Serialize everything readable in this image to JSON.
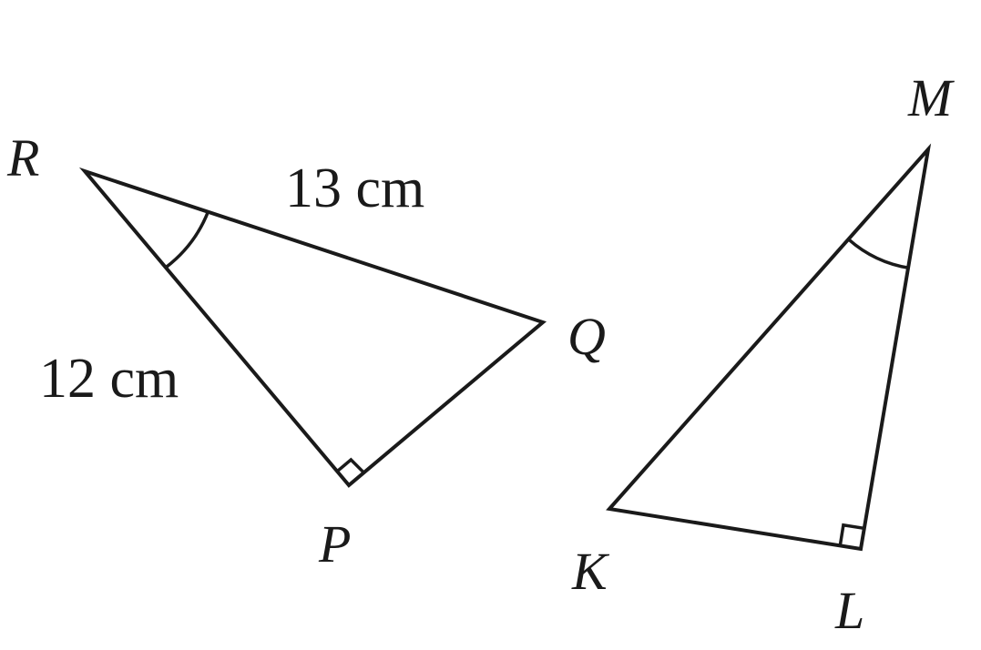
{
  "triangle_1": {
    "vertices": {
      "R": "R",
      "Q": "Q",
      "P": "P"
    },
    "side_rq": "13 cm",
    "side_rp": "12 cm",
    "right_angle_at": "P",
    "marked_angle_at": "R"
  },
  "triangle_2": {
    "vertices": {
      "M": "M",
      "K": "K",
      "L": "L"
    },
    "right_angle_at": "L",
    "marked_angle_at": "M"
  },
  "colors": {
    "stroke": "#1a1a1a",
    "background": "#ffffff"
  }
}
